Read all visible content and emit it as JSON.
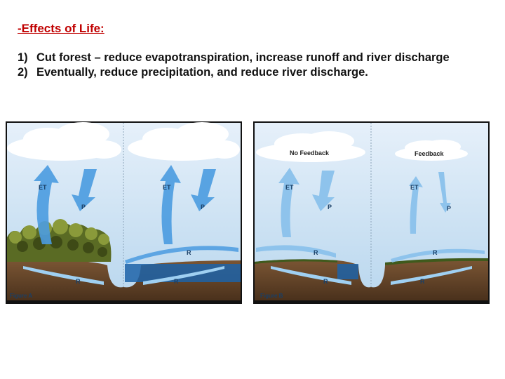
{
  "heading": "-Effects of Life:",
  "items": [
    {
      "num": "1)",
      "text": "Cut forest – reduce evapotranspiration, increase runoff and river discharge"
    },
    {
      "num": "2)",
      "text": "Eventually, reduce precipitation, and reduce river discharge."
    }
  ],
  "figure_a": {
    "caption": "Figure A",
    "left_panel": {
      "et": "ET",
      "p": "P",
      "r_bottom": "R"
    },
    "right_panel": {
      "et": "ET",
      "p": "P",
      "r_top": "R",
      "r_bottom": "R"
    }
  },
  "figure_b": {
    "caption": "Figure B",
    "left_panel": {
      "cloud_label": "No Feedback",
      "et": "ET",
      "p": "P",
      "r_top": "R",
      "r_bottom": "R"
    },
    "right_panel": {
      "cloud_label": "Feedback",
      "et": "ET",
      "p": "P",
      "r_top": "R",
      "r_bottom": "R"
    }
  },
  "colors": {
    "heading": "#c00000",
    "sky": "#cfe3f3",
    "arrow": "#4a9be0",
    "soil": "#6b4a2e",
    "water": "#1d63a8"
  }
}
